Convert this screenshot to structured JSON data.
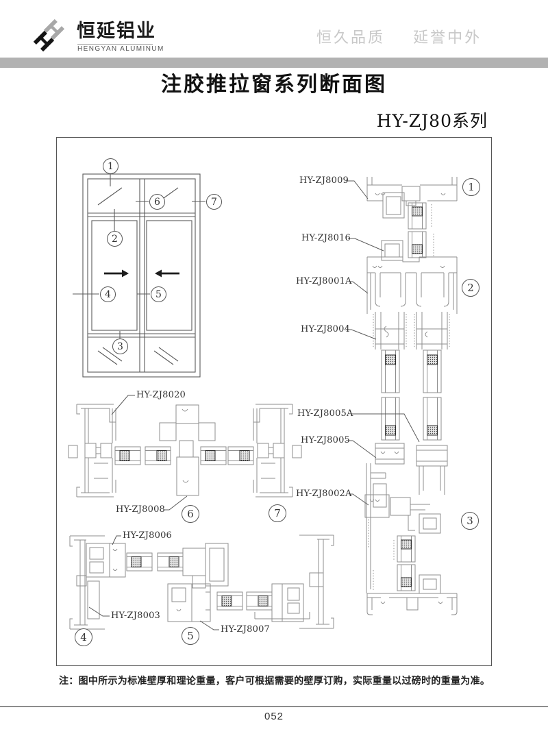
{
  "header": {
    "company_cn": "恒延铝业",
    "company_en": "HENGYAN ALUMINUM",
    "slogan": [
      "恒久品质",
      "延誉中外"
    ]
  },
  "page": {
    "title": "注胶推拉窗系列断面图",
    "series": "HY-ZJ80系列",
    "note": "注：图中所示为标准壁厚和理论重量，客户可根据需要的壁厚订购，实际重量以过磅时的重量为准。",
    "page_number": "052"
  },
  "diagram": {
    "part_labels": {
      "zj8009": "HY-ZJ8009",
      "zj8016": "HY-ZJ8016",
      "zj8001a": "HY-ZJ8001A",
      "zj8004": "HY-ZJ8004",
      "zj8005a": "HY-ZJ8005A",
      "zj8005": "HY-ZJ8005",
      "zj8002a": "HY-ZJ8002A",
      "zj8020": "HY-ZJ8020",
      "zj8008": "HY-ZJ8008",
      "zj8006": "HY-ZJ8006",
      "zj8003": "HY-ZJ8003",
      "zj8007": "HY-ZJ8007"
    },
    "callouts": {
      "n1": "1",
      "n2": "2",
      "n3": "3",
      "n4": "4",
      "n5": "5",
      "n6": "6",
      "n7": "7"
    }
  },
  "colors": {
    "header_bar": "#b2b2b2",
    "slogan_text": "#c8c8c8",
    "profile_line": "#8e8e8e",
    "drawing_line": "#5a5a5a"
  }
}
